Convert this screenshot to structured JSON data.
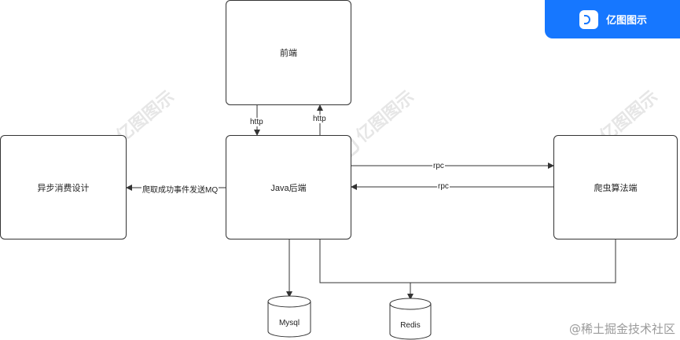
{
  "nodes": {
    "frontend": "前端",
    "backend": "Java后端",
    "async": "异步消费设计",
    "crawler": "爬虫算法端",
    "mysql": "Mysql",
    "redis": "Redis"
  },
  "edges": {
    "http_down": "http",
    "http_up": "http",
    "rpc_top": "rpc",
    "rpc_bottom": "rpc",
    "mq": "爬取成功事件发送MQ"
  },
  "brand": {
    "label": "亿图图示"
  },
  "watermark": "亿图图示",
  "footer": "@稀土掘金技术社区"
}
